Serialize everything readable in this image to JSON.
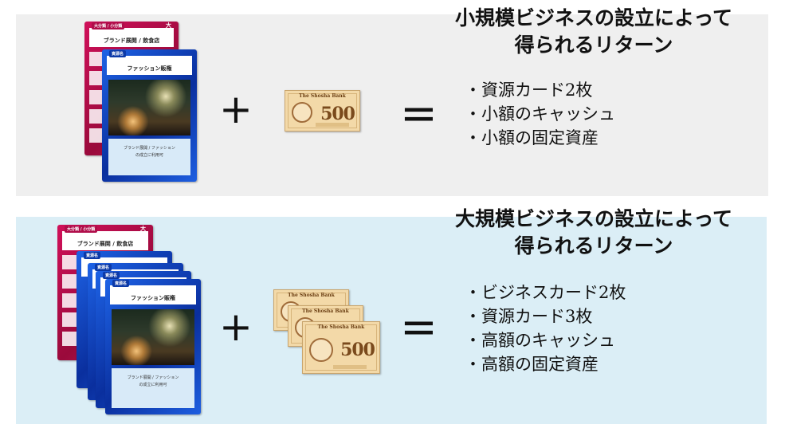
{
  "section_small": {
    "title_line1": "小規模ビジネスの設立によって",
    "title_line2": "得られるリターン",
    "items": [
      "・資源カード2枚",
      "・小額のキャッシュ",
      "・小額の固定資産"
    ]
  },
  "section_large": {
    "title_line1": "大規模ビジネスの設立によって",
    "title_line2": "得られるリターン",
    "items": [
      "・ビジネスカード2枚",
      "・資源カード3枚",
      "・高額のキャッシュ",
      "・高額の固定資産"
    ]
  },
  "operators": {
    "plus": "+",
    "equals": "="
  },
  "business_card": {
    "category": "大分類 / 小分類",
    "size": "大",
    "title": "ブランド展開 / 飲食店"
  },
  "resource_card": {
    "category": "資源名",
    "title": "ファッション販権",
    "desc_line1": "ブランド展開 / ファッション",
    "desc_line2": "の成立に利用可"
  },
  "bill": {
    "bank": "The Shosha Bank",
    "amount": "500"
  },
  "colors": {
    "panel_small": "#efefef",
    "panel_large": "#dbeef6",
    "card_pink": "#c8175e",
    "card_blue": "#1e5ee0",
    "bill": "#f3d9a8"
  }
}
